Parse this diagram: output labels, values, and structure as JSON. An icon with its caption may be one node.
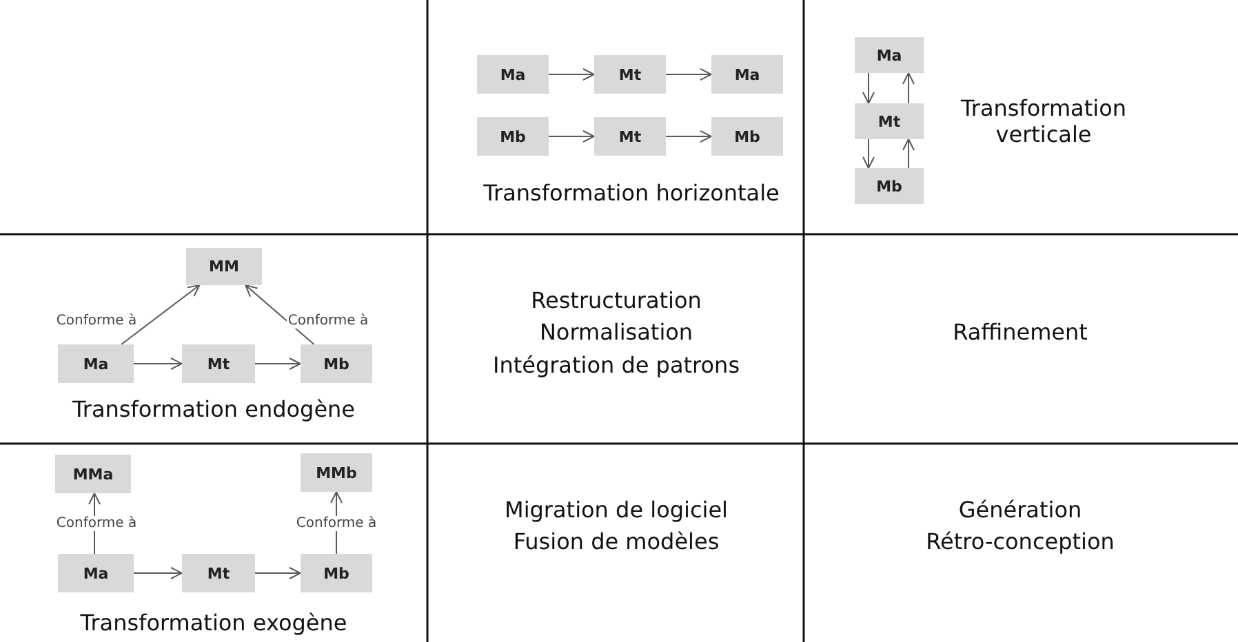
{
  "diagram": {
    "nodes": [
      {
        "text": [
          "Ma"
        ]
      },
      {
        "text": [
          "Mt"
        ]
      },
      {
        "text": [
          "Ma"
        ]
      },
      {
        "text": [
          "Mb"
        ]
      },
      {
        "text": [
          "Mt"
        ]
      },
      {
        "text": [
          "Mb"
        ]
      },
      {
        "text": [
          "Ma"
        ]
      },
      {
        "text": [
          "Mt"
        ]
      },
      {
        "text": [
          "Mb"
        ]
      },
      {
        "text": [
          "MM"
        ]
      },
      {
        "text": [
          "Ma"
        ]
      },
      {
        "text": [
          "Mt"
        ]
      },
      {
        "text": [
          "Mb"
        ]
      },
      {
        "text": [
          "MMa"
        ]
      },
      {
        "text": [
          "MMb"
        ]
      },
      {
        "text": [
          "Ma"
        ]
      },
      {
        "text": [
          "Mt"
        ]
      },
      {
        "text": [
          "Mb"
        ]
      }
    ],
    "edges": [
      {
        "from": 0,
        "to": 1,
        "arrow": "to"
      },
      {
        "from": 1,
        "to": 2,
        "arrow": "to"
      },
      {
        "from": 3,
        "to": 4,
        "arrow": "to"
      },
      {
        "from": 4,
        "to": 5,
        "arrow": "to"
      },
      {
        "from": 6,
        "to": 7,
        "arrow": "to"
      },
      {
        "from": 7,
        "to": 6,
        "arrow": "to"
      },
      {
        "from": 7,
        "to": 8,
        "arrow": "to"
      },
      {
        "from": 8,
        "to": 7,
        "arrow": "to"
      },
      {
        "from": 10,
        "to": 9,
        "arrow": "to",
        "label": "Conforme à"
      },
      {
        "from": 12,
        "to": 9,
        "arrow": "to",
        "label": "Conforme à"
      },
      {
        "from": 10,
        "to": 11,
        "arrow": "to"
      },
      {
        "from": 11,
        "to": 12,
        "arrow": "to"
      },
      {
        "from": 15,
        "to": 13,
        "arrow": "to",
        "label": "Conforme à"
      },
      {
        "from": 17,
        "to": 14,
        "arrow": "to",
        "label": "Conforme à"
      },
      {
        "from": 15,
        "to": 16,
        "arrow": "to"
      },
      {
        "from": 16,
        "to": 17,
        "arrow": "to"
      }
    ],
    "labels": [
      "Transformation horizontale",
      "Transformation verticale",
      "Transformation endogène",
      "Restructuration",
      "Normalisation",
      "Intégration de patrons",
      "Raffinement",
      "Transformation exogène",
      "Migration de logiciel",
      "Fusion de modèles",
      "Génération",
      "Rétro-conception"
    ]
  }
}
